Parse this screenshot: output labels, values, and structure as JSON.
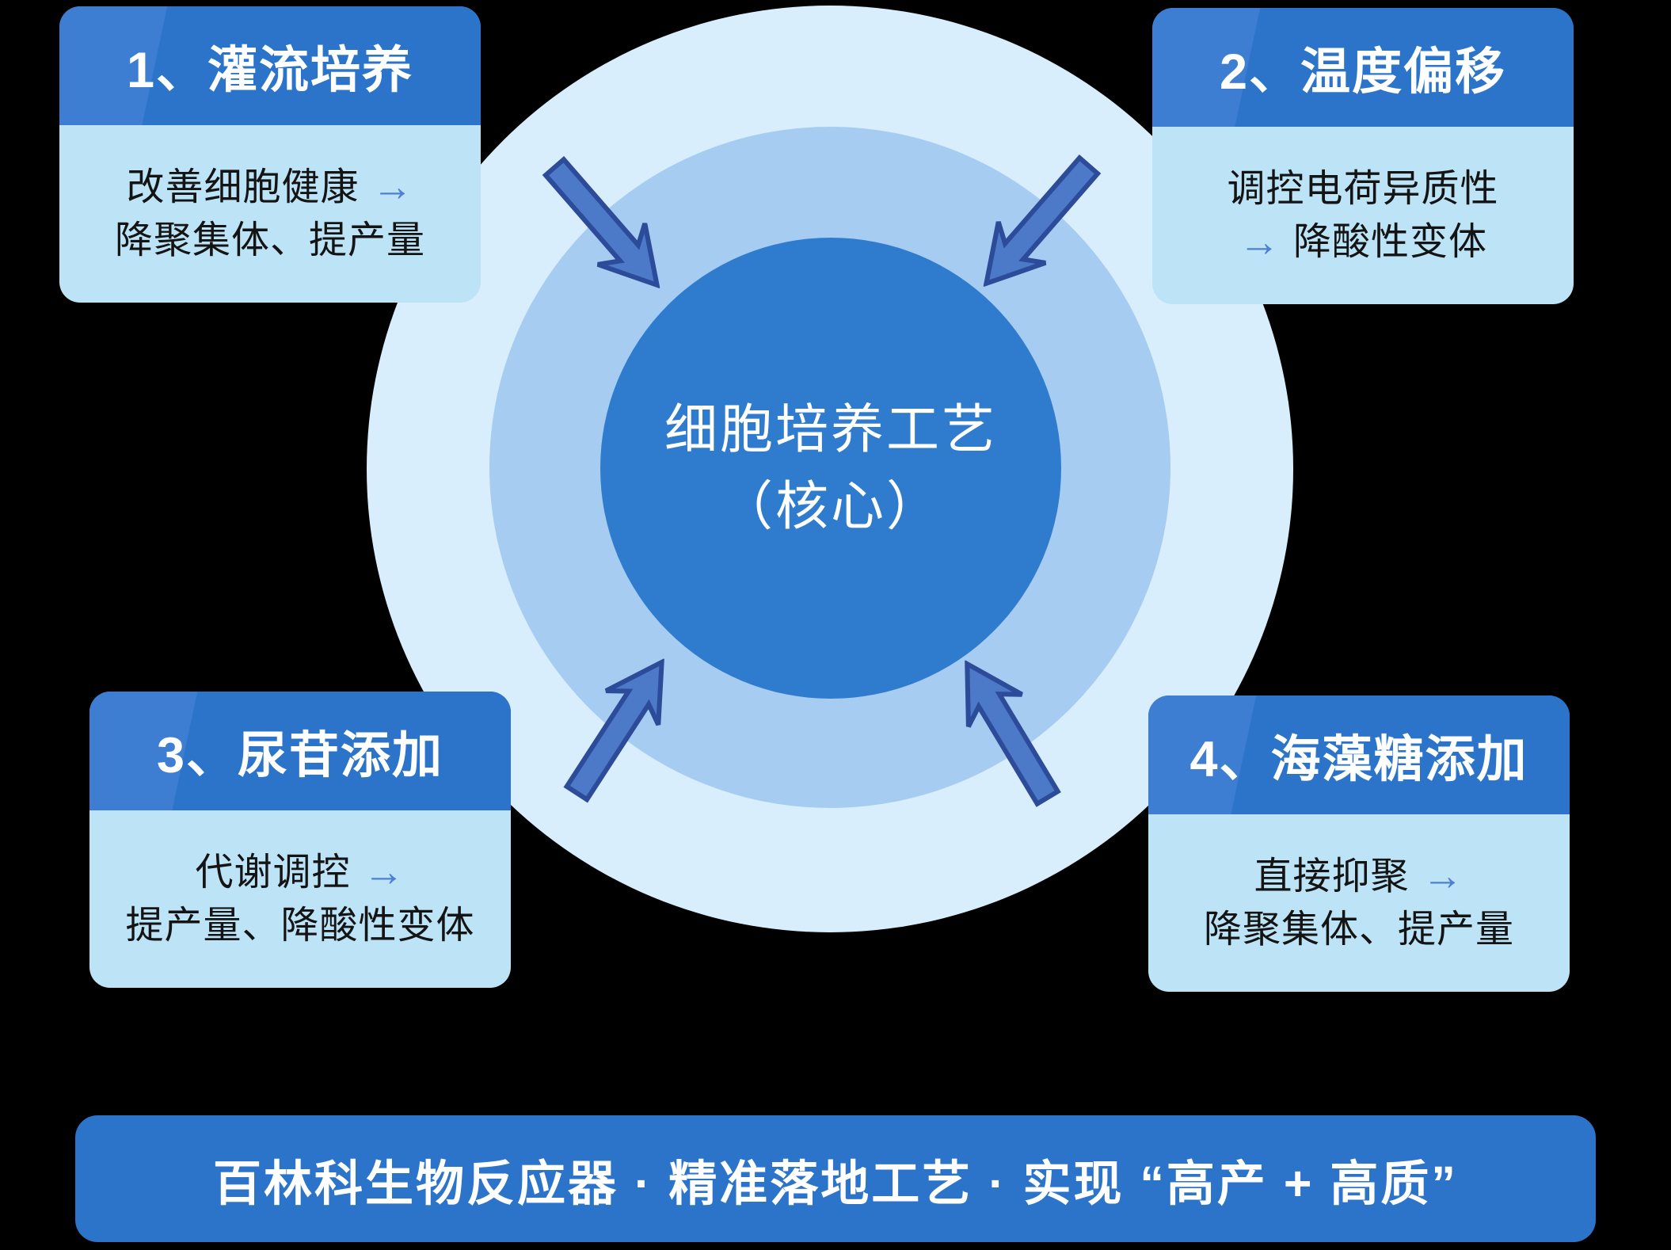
{
  "page": {
    "background": "#000000"
  },
  "colors": {
    "header_blue": "#2b74ca",
    "card_body_blue": "#bde3f6",
    "outer_ring": "#d9eefc",
    "middle_ring": "#a7ccf2",
    "core_circle": "#2f7ccf",
    "big_arrow_fill": "#4d79c9",
    "big_arrow_stroke": "#2c4c9a",
    "inline_arrow_blue": "#4f7fd2",
    "banner_blue": "#2b74ca",
    "body_text": "#141414"
  },
  "center_circle": {
    "line1": "细胞培养工艺",
    "line2": "（核心）"
  },
  "boxes": [
    {
      "title": "1、灌流培养",
      "line1": "改善细胞健康",
      "line1_arrow": "→",
      "line2": "降聚集体、提产量"
    },
    {
      "title": "2、温度偏移",
      "line1": "调控电荷异质性",
      "line2_arrow": "→",
      "line2": "降酸性变体"
    },
    {
      "title": "3、尿苷添加",
      "line1": "代谢调控",
      "line1_arrow": "→",
      "line2": "提产量、降酸性变体"
    },
    {
      "title": "4、海藻糖添加",
      "line1": "直接抑聚",
      "line1_arrow": "→",
      "line2": "降聚集体、提产量"
    }
  ],
  "banner": {
    "text": "百林科生物反应器 · 精准落地工艺 · 实现 “高产 + 高质”"
  }
}
